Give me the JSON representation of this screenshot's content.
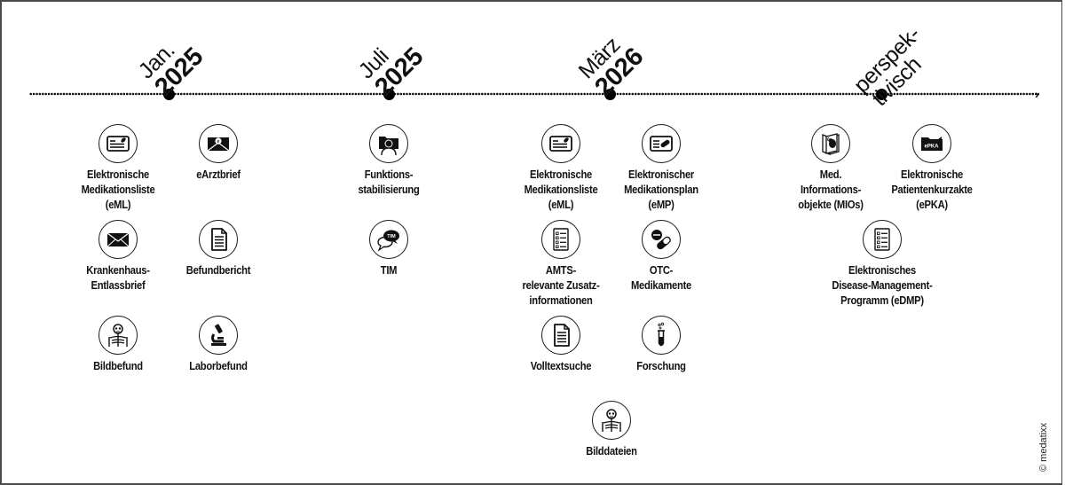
{
  "milestones": [
    {
      "line1": "Jan.",
      "line2": "2025"
    },
    {
      "line1": "Juli",
      "line2": "2025"
    },
    {
      "line1": "März",
      "line2": "2026"
    },
    {
      "line1": "perspek-",
      "line2": "tivisch"
    }
  ],
  "items": {
    "jan_eml": {
      "label": "Elektronische\nMedikationsliste\n(eML)",
      "icon": "medication-card-icon"
    },
    "jan_earztbrief": {
      "label": "eArztbrief",
      "icon": "e-envelope-icon"
    },
    "jan_krankenhaus": {
      "label": "Krankenhaus-\nEntlassbrief",
      "icon": "envelope-icon"
    },
    "jan_befundbericht": {
      "label": "Befundbericht",
      "icon": "document-icon"
    },
    "jan_bildbefund": {
      "label": "Bildbefund",
      "icon": "skeleton-xray-icon"
    },
    "jan_laborbefund": {
      "label": "Laborbefund",
      "icon": "microscope-icon"
    },
    "juli_funktion": {
      "label": "Funktions-\nstabilisierung",
      "icon": "folder-person-icon"
    },
    "juli_tim": {
      "label": "TIM",
      "icon": "chat-bubbles-icon",
      "badge": "TIM"
    },
    "maerz_eml": {
      "label": "Elektronische\nMedikationsliste\n(eML)",
      "icon": "medication-card-icon"
    },
    "maerz_emp": {
      "label": "Elektronischer\nMedikationsplan\n(eMP)",
      "icon": "medication-plan-icon"
    },
    "maerz_amts": {
      "label": "AMTS-\nrelevante Zusatz-\ninformationen",
      "icon": "checklist-icon"
    },
    "maerz_otc": {
      "label": "OTC-\nMedikamente",
      "icon": "pills-icon"
    },
    "maerz_volltext": {
      "label": "Volltextsuche",
      "icon": "document-icon"
    },
    "maerz_forschung": {
      "label": "Forschung",
      "icon": "test-tube-icon"
    },
    "maerz_bilddateien": {
      "label": "Bilddateien",
      "icon": "skeleton-xray-icon"
    },
    "persp_mio": {
      "label": "Med.\nInformations-\nobjekte (MIOs)",
      "icon": "booklet-baby-icon"
    },
    "persp_epka": {
      "label": "Elektronische\nPatientenkurzakte\n(ePKA)",
      "icon": "folder-epka-icon",
      "badge": "ePKA"
    },
    "persp_edmp": {
      "label": "Elektronisches\nDisease-Management-\nProgramm (eDMP)",
      "icon": "checklist-icon"
    }
  },
  "copyright": "© medatixx"
}
